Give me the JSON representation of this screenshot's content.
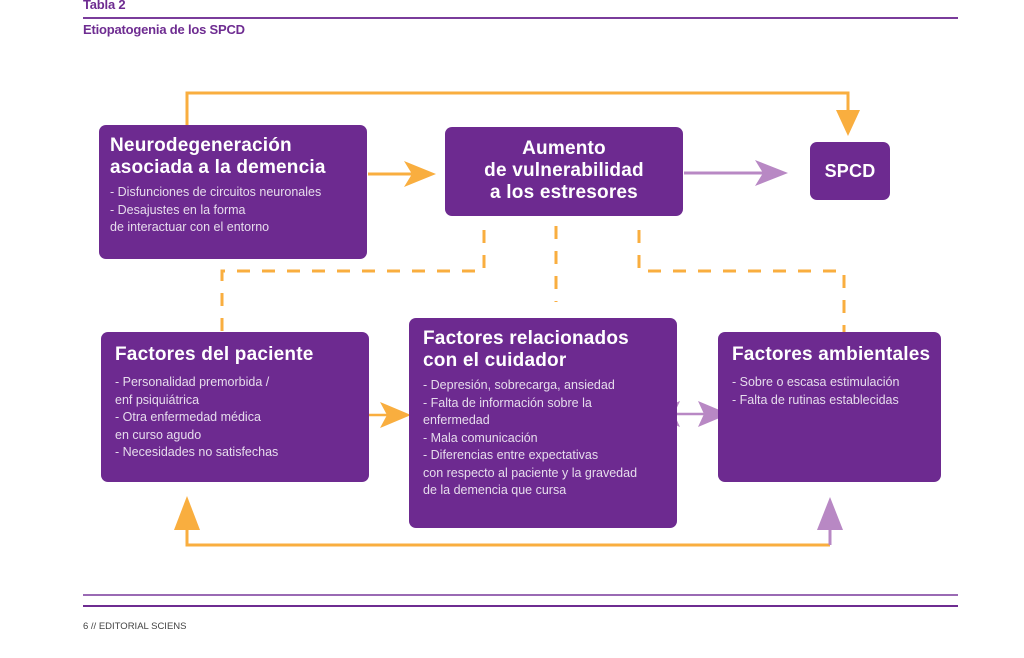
{
  "header": {
    "table_label": "Tabla 2",
    "subtitle": "Etiopatogenia de los SPCD"
  },
  "colors": {
    "box_fill": "#6d2a90",
    "orange_connector": "#f9ae3f",
    "lilac_connector": "#b888c4",
    "rule": "#7a3c9b"
  },
  "boxes": {
    "neurodegeneration": {
      "title_lines": [
        "Neurodegeneración",
        "asociada a la demencia"
      ],
      "items": [
        "- Disfunciones de circuitos neuronales",
        "- Desajustes en la forma",
        "de interactuar con el entorno"
      ]
    },
    "vulnerability": {
      "title_lines": [
        "Aumento",
        "de vulnerabilidad",
        "a los estresores"
      ]
    },
    "spcd": {
      "title": "SPCD"
    },
    "patient_factors": {
      "title": "Factores del paciente",
      "items": [
        "- Personalidad premorbida /",
        "enf psiquiátrica",
        "- Otra enfermedad médica",
        "en curso agudo",
        "- Necesidades no satisfechas"
      ]
    },
    "caregiver_factors": {
      "title_lines": [
        "Factores relacionados",
        "con el cuidador"
      ],
      "items": [
        "- Depresión, sobrecarga, ansiedad",
        "- Falta de información sobre la",
        "enfermedad",
        "- Mala comunicación",
        "- Diferencias entre expectativas",
        "con respecto al paciente y la gravedad",
        "de la demencia que cursa"
      ]
    },
    "environmental_factors": {
      "title": "Factores ambientales",
      "items": [
        "- Sobre o escasa estimulación",
        "- Falta de rutinas establecidas"
      ]
    }
  },
  "footer": {
    "text": "6 // EDITORIAL SCIENS"
  }
}
